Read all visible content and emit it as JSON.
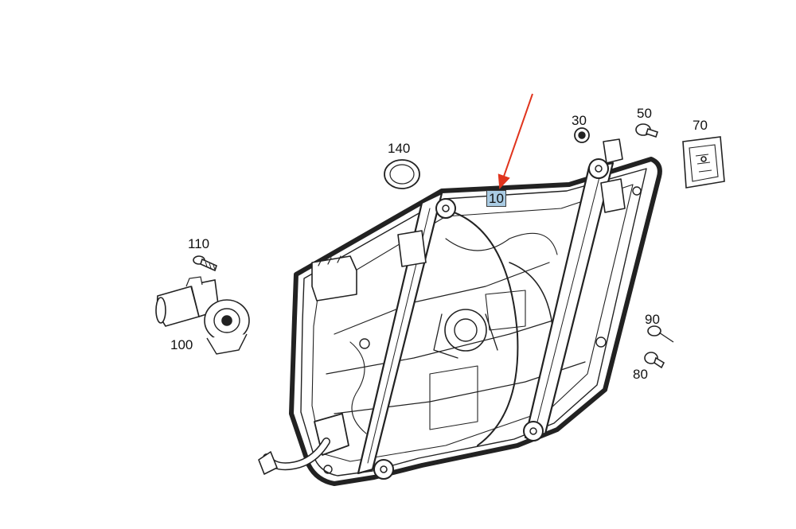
{
  "diagram": {
    "callouts": {
      "p10": "10",
      "p30": "30",
      "p50": "50",
      "p70": "70",
      "p80": "80",
      "p90": "90",
      "p100": "100",
      "p110": "110",
      "p140": "140"
    },
    "highlighted_part": "10",
    "colors": {
      "line": "#222222",
      "highlight_fill": "#a9cbe3",
      "pointer_arrow": "#e0341d",
      "panel_fill": "#ffffff"
    }
  }
}
